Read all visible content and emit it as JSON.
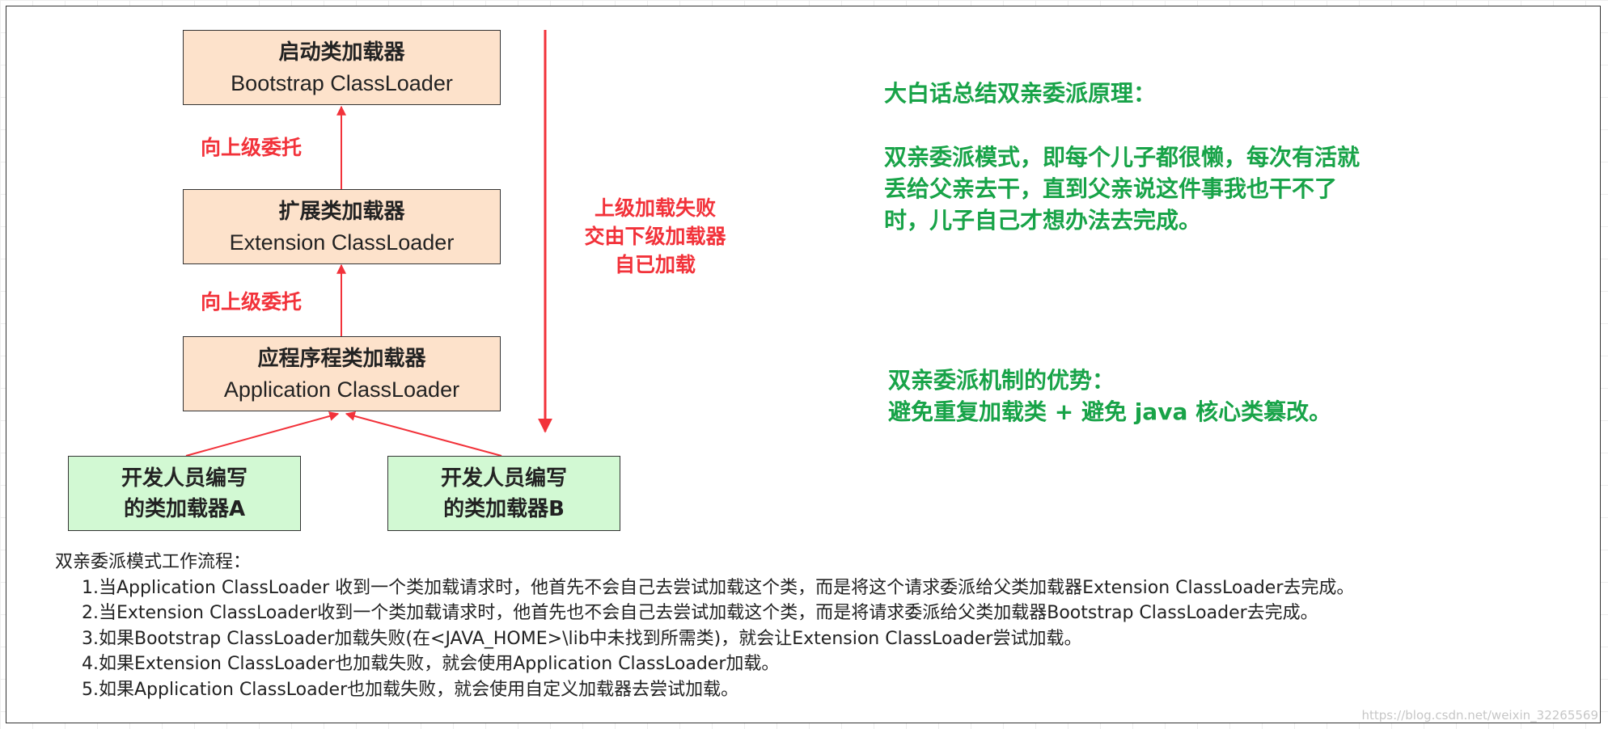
{
  "loaders": {
    "bootstrap": {
      "cn": "启动类加载器",
      "en": "Bootstrap ClassLoader"
    },
    "extension": {
      "cn": "扩展类加载器",
      "en": "Extension ClassLoader"
    },
    "application": {
      "cn": "应程序程类加载器",
      "en": "Application ClassLoader"
    }
  },
  "custom": {
    "a": [
      "开发人员编写",
      "的类加载器A"
    ],
    "b": [
      "开发人员编写",
      "的类加载器B"
    ]
  },
  "delegate_label": "向上级委托",
  "fallback": [
    "上级加载失败",
    "交由下级加载器",
    "自已加载"
  ],
  "summary": {
    "title": "大白话总结双亲委派原理：",
    "lines": [
      "双亲委派模式，即每个儿子都很懒，每次有活就",
      "丢给父亲去干，直到父亲说这件事我也干不了",
      "时，儿子自己才想办法去完成。"
    ]
  },
  "advantage": {
    "title": "双亲委派机制的优势：",
    "text": "避免重复加载类 + 避免 java 核心类篡改。"
  },
  "workflow": {
    "heading": "双亲委派模式工作流程：",
    "steps": [
      "1.当Application ClassLoader 收到一个类加载请求时，他首先不会自己去尝试加载这个类，而是将这个请求委派给父类加载器Extension ClassLoader去完成。",
      "2.当Extension ClassLoader收到一个类加载请求时，他首先也不会自己去尝试加载这个类，而是将请求委派给父类加载器Bootstrap ClassLoader去完成。",
      "3.如果Bootstrap ClassLoader加载失败(在<JAVA_HOME>\\lib中未找到所需类)，就会让Extension ClassLoader尝试加载。",
      "4.如果Extension ClassLoader也加载失败，就会使用Application ClassLoader加载。",
      "5.如果Application ClassLoader也加载失败，就会使用自定义加载器去尝试加载。"
    ]
  },
  "watermark": "https://blog.csdn.net/weixin_32265569",
  "colors": {
    "loader_fill": "#fde2cb",
    "custom_fill": "#d2f9d3",
    "red": "#f2323a",
    "green": "#18a348"
  }
}
